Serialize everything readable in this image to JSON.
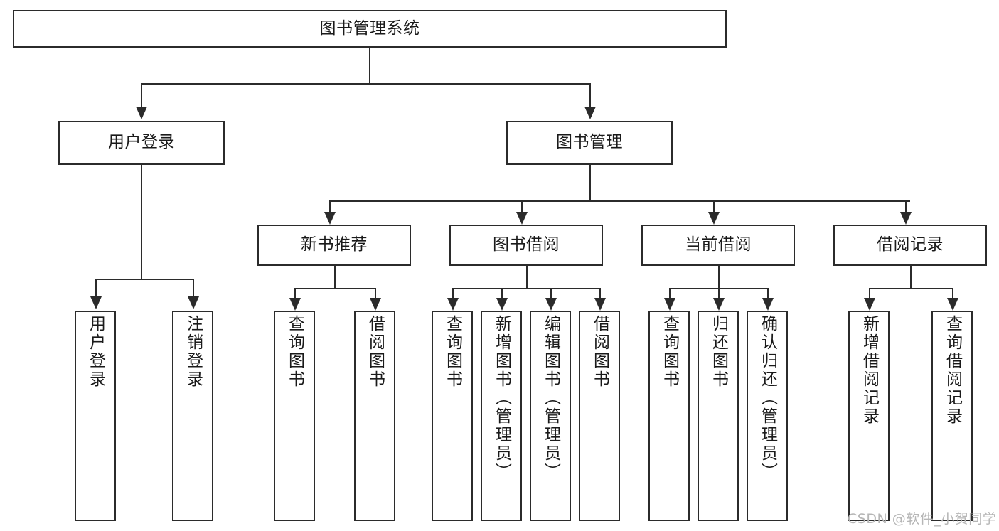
{
  "diagram": {
    "title": "图书管理系统",
    "type": "hierarchy-tree",
    "watermark": "CSDN @软件_小贺同学",
    "colors": {
      "stroke": "#2b2b2b",
      "fill": "#ffffff",
      "text": "#1a1a1a",
      "watermark": "#b6b6b6"
    },
    "nodes": {
      "root": {
        "label": "图书管理系统",
        "level": 1
      },
      "l2": [
        {
          "label": "用户登录",
          "level": 2
        },
        {
          "label": "图书管理",
          "level": 2
        }
      ],
      "l3": [
        {
          "label": "新书推荐",
          "level": 3
        },
        {
          "label": "图书借阅",
          "level": 3
        },
        {
          "label": "当前借阅",
          "level": 3
        },
        {
          "label": "借阅记录",
          "level": 3
        }
      ],
      "leaves": {
        "user_login": [
          {
            "label": "用户登录"
          },
          {
            "label": "注销登录"
          }
        ],
        "new_book_rec": [
          {
            "label": "查询图书"
          },
          {
            "label": "借阅图书"
          }
        ],
        "book_borrow": [
          {
            "label": "查询图书"
          },
          {
            "label": "新增图书（管理员）"
          },
          {
            "label": "编辑图书（管理员）"
          },
          {
            "label": "借阅图书"
          }
        ],
        "current_borrow": [
          {
            "label": "查询图书"
          },
          {
            "label": "归还图书"
          },
          {
            "label": "确认归还（管理员）"
          }
        ],
        "borrow_record": [
          {
            "label": "新增借阅记录"
          },
          {
            "label": "查询借阅记录"
          }
        ]
      }
    }
  }
}
